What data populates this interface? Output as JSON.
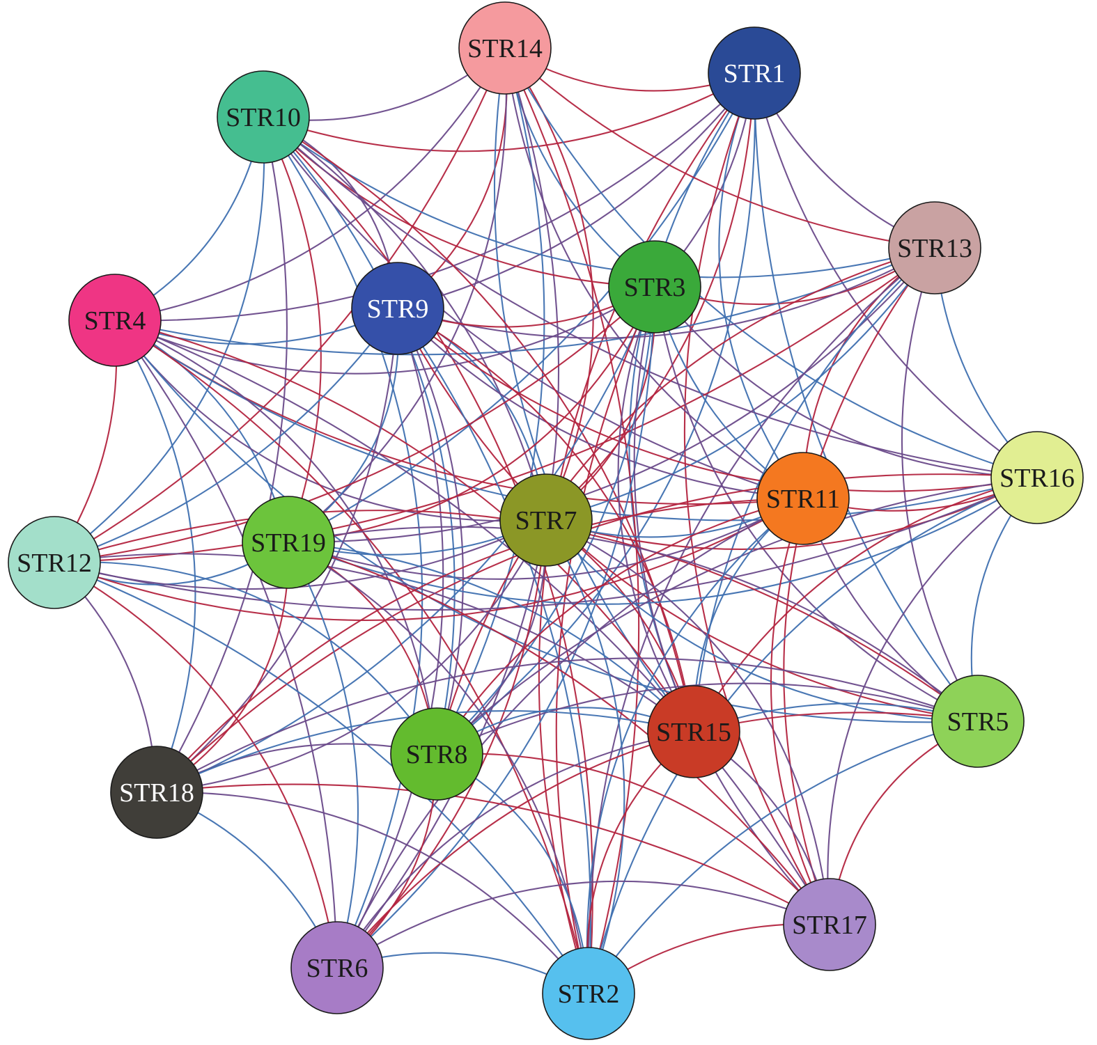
{
  "diagram": {
    "type": "network",
    "edge_colors": [
      "#6a4a8a",
      "#b3243f",
      "#3f70b0"
    ],
    "nodes": [
      {
        "id": "STR1",
        "label": "STR1",
        "color": "#2a4a96",
        "text_color": "#ffffff"
      },
      {
        "id": "STR2",
        "label": "STR2",
        "color": "#56c0ee",
        "text_color": "#1a1a1a"
      },
      {
        "id": "STR3",
        "label": "STR3",
        "color": "#3aa93a",
        "text_color": "#1a1a1a"
      },
      {
        "id": "STR4",
        "label": "STR4",
        "color": "#ef3584",
        "text_color": "#1a1a1a"
      },
      {
        "id": "STR5",
        "label": "STR5",
        "color": "#8ed258",
        "text_color": "#1a1a1a"
      },
      {
        "id": "STR6",
        "label": "STR6",
        "color": "#a77cc6",
        "text_color": "#1a1a1a"
      },
      {
        "id": "STR7",
        "label": "STR7",
        "color": "#8b9726",
        "text_color": "#1a1a1a"
      },
      {
        "id": "STR8",
        "label": "STR8",
        "color": "#63bb2e",
        "text_color": "#1a1a1a"
      },
      {
        "id": "STR9",
        "label": "STR9",
        "color": "#3550a9",
        "text_color": "#ffffff"
      },
      {
        "id": "STR10",
        "label": "STR10",
        "color": "#45be90",
        "text_color": "#1a1a1a"
      },
      {
        "id": "STR11",
        "label": "STR11",
        "color": "#f47820",
        "text_color": "#1a1a1a"
      },
      {
        "id": "STR12",
        "label": "STR12",
        "color": "#a3dfca",
        "text_color": "#1a1a1a"
      },
      {
        "id": "STR13",
        "label": "STR13",
        "color": "#c9a2a2",
        "text_color": "#1a1a1a"
      },
      {
        "id": "STR14",
        "label": "STR14",
        "color": "#f59a9e",
        "text_color": "#1a1a1a"
      },
      {
        "id": "STR15",
        "label": "STR15",
        "color": "#c93b26",
        "text_color": "#1a1a1a"
      },
      {
        "id": "STR16",
        "label": "STR16",
        "color": "#e1ee92",
        "text_color": "#1a1a1a"
      },
      {
        "id": "STR17",
        "label": "STR17",
        "color": "#a88acb",
        "text_color": "#1a1a1a"
      },
      {
        "id": "STR18",
        "label": "STR18",
        "color": "#403e39",
        "text_color": "#ffffff"
      },
      {
        "id": "STR19",
        "label": "STR19",
        "color": "#6cc43c",
        "text_color": "#1a1a1a"
      }
    ],
    "edges": [
      [
        "STR1",
        "STR3"
      ],
      [
        "STR1",
        "STR7"
      ],
      [
        "STR1",
        "STR8"
      ],
      [
        "STR1",
        "STR9"
      ],
      [
        "STR1",
        "STR10"
      ],
      [
        "STR1",
        "STR11"
      ],
      [
        "STR1",
        "STR13"
      ],
      [
        "STR1",
        "STR14"
      ],
      [
        "STR1",
        "STR15"
      ],
      [
        "STR1",
        "STR16"
      ],
      [
        "STR1",
        "STR17"
      ],
      [
        "STR1",
        "STR19"
      ],
      [
        "STR1",
        "STR4"
      ],
      [
        "STR1",
        "STR2"
      ],
      [
        "STR1",
        "STR5"
      ],
      [
        "STR14",
        "STR10"
      ],
      [
        "STR14",
        "STR9"
      ],
      [
        "STR14",
        "STR3"
      ],
      [
        "STR14",
        "STR4"
      ],
      [
        "STR14",
        "STR7"
      ],
      [
        "STR14",
        "STR8"
      ],
      [
        "STR14",
        "STR11"
      ],
      [
        "STR14",
        "STR13"
      ],
      [
        "STR14",
        "STR16"
      ],
      [
        "STR14",
        "STR19"
      ],
      [
        "STR14",
        "STR12"
      ],
      [
        "STR14",
        "STR15"
      ],
      [
        "STR14",
        "STR6"
      ],
      [
        "STR14",
        "STR2"
      ],
      [
        "STR10",
        "STR4"
      ],
      [
        "STR10",
        "STR9"
      ],
      [
        "STR10",
        "STR3"
      ],
      [
        "STR10",
        "STR13"
      ],
      [
        "STR10",
        "STR16"
      ],
      [
        "STR10",
        "STR19"
      ],
      [
        "STR10",
        "STR8"
      ],
      [
        "STR10",
        "STR11"
      ],
      [
        "STR10",
        "STR15"
      ],
      [
        "STR10",
        "STR12"
      ],
      [
        "STR10",
        "STR7"
      ],
      [
        "STR10",
        "STR2"
      ],
      [
        "STR10",
        "STR6"
      ],
      [
        "STR10",
        "STR18"
      ],
      [
        "STR13",
        "STR3"
      ],
      [
        "STR13",
        "STR4"
      ],
      [
        "STR13",
        "STR9"
      ],
      [
        "STR13",
        "STR11"
      ],
      [
        "STR13",
        "STR16"
      ],
      [
        "STR13",
        "STR5"
      ],
      [
        "STR13",
        "STR17"
      ],
      [
        "STR13",
        "STR7"
      ],
      [
        "STR13",
        "STR19"
      ],
      [
        "STR13",
        "STR8"
      ],
      [
        "STR13",
        "STR15"
      ],
      [
        "STR13",
        "STR2"
      ],
      [
        "STR13",
        "STR12"
      ],
      [
        "STR4",
        "STR9"
      ],
      [
        "STR4",
        "STR3"
      ],
      [
        "STR4",
        "STR12"
      ],
      [
        "STR4",
        "STR19"
      ],
      [
        "STR4",
        "STR7"
      ],
      [
        "STR4",
        "STR11"
      ],
      [
        "STR4",
        "STR16"
      ],
      [
        "STR4",
        "STR8"
      ],
      [
        "STR4",
        "STR15"
      ],
      [
        "STR4",
        "STR18"
      ],
      [
        "STR4",
        "STR6"
      ],
      [
        "STR4",
        "STR2"
      ],
      [
        "STR4",
        "STR5"
      ],
      [
        "STR4",
        "STR17"
      ],
      [
        "STR9",
        "STR3"
      ],
      [
        "STR9",
        "STR7"
      ],
      [
        "STR9",
        "STR11"
      ],
      [
        "STR9",
        "STR16"
      ],
      [
        "STR9",
        "STR19"
      ],
      [
        "STR9",
        "STR8"
      ],
      [
        "STR9",
        "STR15"
      ],
      [
        "STR9",
        "STR12"
      ],
      [
        "STR9",
        "STR18"
      ],
      [
        "STR9",
        "STR5"
      ],
      [
        "STR9",
        "STR2"
      ],
      [
        "STR9",
        "STR6"
      ],
      [
        "STR3",
        "STR7"
      ],
      [
        "STR3",
        "STR11"
      ],
      [
        "STR3",
        "STR16"
      ],
      [
        "STR3",
        "STR19"
      ],
      [
        "STR3",
        "STR8"
      ],
      [
        "STR3",
        "STR15"
      ],
      [
        "STR3",
        "STR12"
      ],
      [
        "STR3",
        "STR18"
      ],
      [
        "STR3",
        "STR5"
      ],
      [
        "STR3",
        "STR2"
      ],
      [
        "STR3",
        "STR6"
      ],
      [
        "STR3",
        "STR17"
      ],
      [
        "STR16",
        "STR11"
      ],
      [
        "STR16",
        "STR5"
      ],
      [
        "STR16",
        "STR17"
      ],
      [
        "STR16",
        "STR7"
      ],
      [
        "STR16",
        "STR19"
      ],
      [
        "STR16",
        "STR8"
      ],
      [
        "STR16",
        "STR15"
      ],
      [
        "STR16",
        "STR2"
      ],
      [
        "STR16",
        "STR12"
      ],
      [
        "STR16",
        "STR18"
      ],
      [
        "STR12",
        "STR19"
      ],
      [
        "STR12",
        "STR7"
      ],
      [
        "STR12",
        "STR11"
      ],
      [
        "STR12",
        "STR8"
      ],
      [
        "STR12",
        "STR18"
      ],
      [
        "STR12",
        "STR6"
      ],
      [
        "STR12",
        "STR2"
      ],
      [
        "STR12",
        "STR15"
      ],
      [
        "STR12",
        "STR5"
      ],
      [
        "STR19",
        "STR7"
      ],
      [
        "STR19",
        "STR11"
      ],
      [
        "STR19",
        "STR8"
      ],
      [
        "STR19",
        "STR15"
      ],
      [
        "STR19",
        "STR5"
      ],
      [
        "STR19",
        "STR18"
      ],
      [
        "STR19",
        "STR6"
      ],
      [
        "STR19",
        "STR2"
      ],
      [
        "STR19",
        "STR17"
      ],
      [
        "STR7",
        "STR11"
      ],
      [
        "STR7",
        "STR8"
      ],
      [
        "STR7",
        "STR15"
      ],
      [
        "STR7",
        "STR5"
      ],
      [
        "STR7",
        "STR18"
      ],
      [
        "STR7",
        "STR6"
      ],
      [
        "STR7",
        "STR2"
      ],
      [
        "STR7",
        "STR17"
      ],
      [
        "STR11",
        "STR8"
      ],
      [
        "STR11",
        "STR15"
      ],
      [
        "STR11",
        "STR5"
      ],
      [
        "STR11",
        "STR17"
      ],
      [
        "STR11",
        "STR2"
      ],
      [
        "STR11",
        "STR6"
      ],
      [
        "STR11",
        "STR18"
      ],
      [
        "STR8",
        "STR15"
      ],
      [
        "STR8",
        "STR18"
      ],
      [
        "STR8",
        "STR6"
      ],
      [
        "STR8",
        "STR2"
      ],
      [
        "STR8",
        "STR5"
      ],
      [
        "STR8",
        "STR17"
      ],
      [
        "STR15",
        "STR5"
      ],
      [
        "STR15",
        "STR17"
      ],
      [
        "STR15",
        "STR2"
      ],
      [
        "STR15",
        "STR18"
      ],
      [
        "STR15",
        "STR6"
      ],
      [
        "STR5",
        "STR17"
      ],
      [
        "STR5",
        "STR2"
      ],
      [
        "STR5",
        "STR18"
      ],
      [
        "STR5",
        "STR6"
      ],
      [
        "STR18",
        "STR6"
      ],
      [
        "STR18",
        "STR2"
      ],
      [
        "STR18",
        "STR17"
      ],
      [
        "STR6",
        "STR2"
      ],
      [
        "STR6",
        "STR17"
      ],
      [
        "STR2",
        "STR17"
      ]
    ]
  }
}
